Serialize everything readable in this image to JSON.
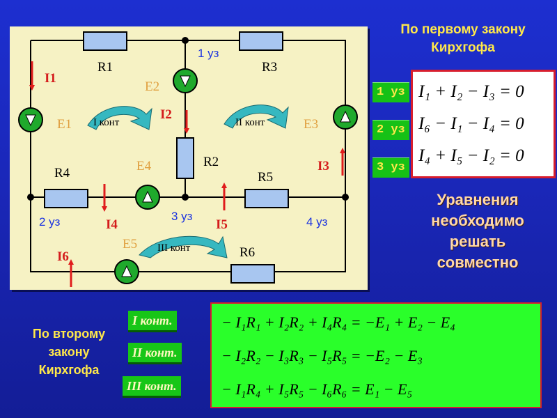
{
  "diagram": {
    "resistors": [
      "R1",
      "R2",
      "R3",
      "R4",
      "R5",
      "R6"
    ],
    "emfs": [
      "E1",
      "E2",
      "E3",
      "E4",
      "E5"
    ],
    "currents": [
      "I1",
      "I2",
      "I3",
      "I4",
      "I5",
      "I6"
    ],
    "nodes": [
      "1 уз",
      "2 уз",
      "3 уз",
      "4 уз"
    ],
    "loops": [
      "I конт",
      "II конт",
      "III конт"
    ]
  },
  "kcl": {
    "title_line1": "По первому закону",
    "title_line2": "Кирхгофа",
    "rows": [
      {
        "badge": "1 уз",
        "equation": "I₁ + I₂ − I₃ = 0"
      },
      {
        "badge": "2 уз",
        "equation": "I₆ − I₁ − I₄ = 0"
      },
      {
        "badge": "3 уз",
        "equation": "I₄ + I₅ − I₂ = 0"
      }
    ]
  },
  "note": {
    "line1": "Уравнения",
    "line2": "необходимо",
    "line3": "решать",
    "line4": "совместно"
  },
  "kvl": {
    "title_line1": "По второму",
    "title_line2": "закону",
    "title_line3": "Кирхгофа",
    "rows": [
      {
        "badge": "I конт.",
        "equation": "− I₁R₁ + I₂R₂ + I₄R₄ = −E₁ + E₂ − E₄"
      },
      {
        "badge": "II конт.",
        "equation": "− I₂R₂ − I₃R₃ − I₅R₅ = −E₂ − E₃"
      },
      {
        "badge": "III конт.",
        "equation": "− I₁R₄ + I₅R₅ − I₆R₆ = E₁ − E₅"
      }
    ]
  },
  "colors": {
    "background": "#1a27b8",
    "panel": "#f6f2c4",
    "title": "#ffe84a",
    "badge": "#16c116",
    "kvl_box": "#2aff2a",
    "border_red": "#d81e2e",
    "source": "#1fa92c",
    "resistor": "#a8c6f0",
    "arrow_red": "#e01c1c",
    "loop_arrow": "#36b8c0"
  }
}
